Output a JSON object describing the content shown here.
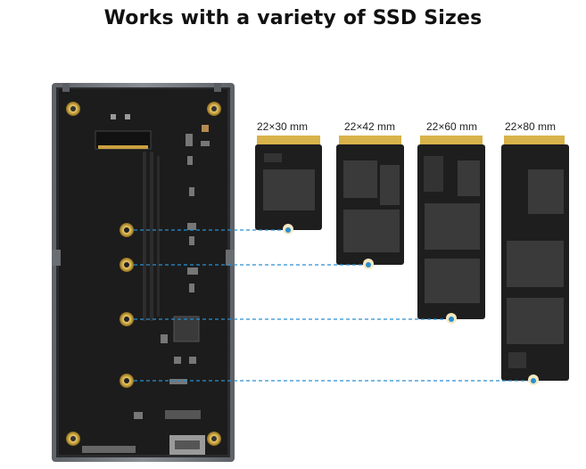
{
  "title": "Works with a variety of SSD Sizes",
  "sizes": [
    {
      "label": "22×30 mm"
    },
    {
      "label": "22×42 mm"
    },
    {
      "label": "22×60 mm"
    },
    {
      "label": "22×80 mm"
    }
  ],
  "colors": {
    "pcb": "#1c1c1c",
    "enclosure": "#7b7f86",
    "chip": "#3a3a3a",
    "gold": "#d8b24a",
    "dash": "#2a8fd0"
  }
}
